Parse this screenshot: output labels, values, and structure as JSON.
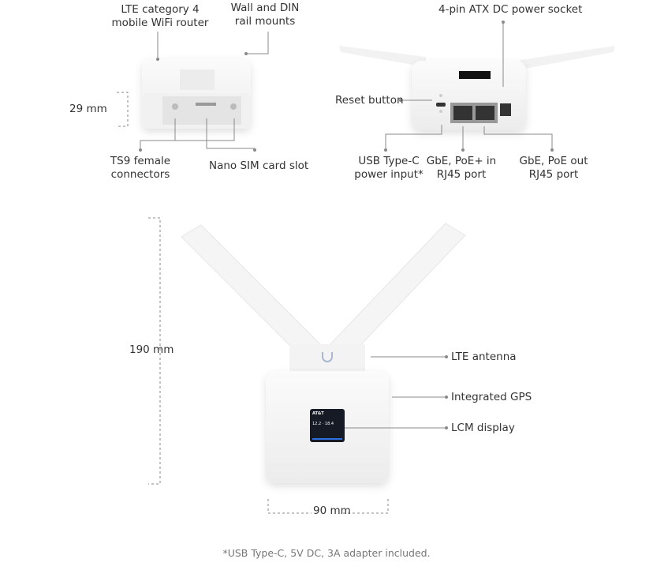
{
  "labels": {
    "lte_router": [
      "LTE category 4",
      "mobile WiFi router"
    ],
    "mounts": [
      "Wall and DIN",
      "rail mounts"
    ],
    "height_small": "29 mm",
    "ts9": [
      "TS9 female",
      "connectors"
    ],
    "sim": "Nano SIM card slot",
    "power_socket": "4-pin ATX DC power socket",
    "reset": "Reset button",
    "usb": [
      "USB Type-C",
      "power input*"
    ],
    "poe_in": [
      "GbE, PoE+ in",
      "RJ45 port"
    ],
    "poe_out": [
      "GbE, PoE out",
      "RJ45 port"
    ],
    "height_large": "190 mm",
    "width": "90 mm",
    "lte_antenna": "LTE antenna",
    "gps": "Integrated GPS",
    "lcm": "LCM display"
  },
  "lcm_screen": {
    "carrier": "AT&T",
    "down": "12.2",
    "up": "18.4"
  },
  "footnote": "*USB Type-C, 5V DC, 3A adapter included.",
  "colors": {
    "line": "#8a8a8a",
    "device": "#f4f4f4",
    "screen": "#151a24",
    "accent": "#2d6fe0"
  }
}
